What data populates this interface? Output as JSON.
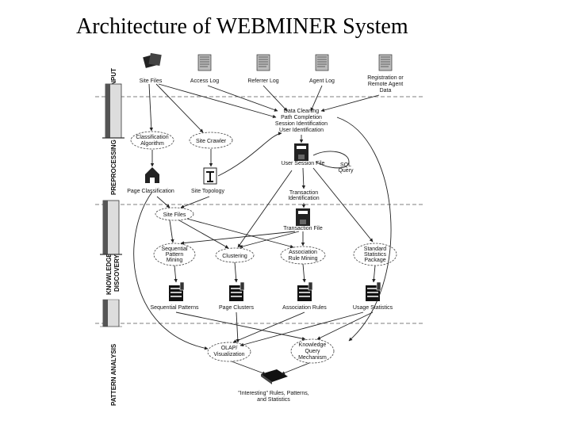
{
  "slide": {
    "title": "Architecture of WEBMINER System"
  },
  "phases": {
    "input": "INPUT",
    "preprocessing": "PREPROCESSING",
    "knowledge_discovery_1": "KNOWLEDGE",
    "knowledge_discovery_2": "DISCOVERY",
    "pattern_analysis": "PATTERN ANALYSIS"
  },
  "inputs": {
    "site_files": "Site Files",
    "access_log": "Access Log",
    "referrer_log": "Referrer Log",
    "agent_log": "Agent Log",
    "registration_1": "Registration or",
    "registration_2": "Remote Agent",
    "registration_3": "Data"
  },
  "preprocessing": {
    "cleaning_1": "Data Cleaning",
    "cleaning_2": "Path Completion",
    "cleaning_3": "Session Identification",
    "cleaning_4": "User Identification",
    "classification_1": "Classification",
    "classification_2": "Algorithm",
    "site_crawler": "Site Crawler",
    "user_session_file": "User Session File",
    "sql_1": "SQL",
    "sql_2": "Query",
    "page_classification": "Page Classification",
    "site_topology": "Site Topology",
    "transaction_id_1": "Transaction",
    "transaction_id_2": "Identification",
    "site_files_2": "Site Files",
    "transaction_file": "Transaction File"
  },
  "discovery": {
    "sequential_1": "Sequential",
    "sequential_2": "Pattern",
    "sequential_3": "Mining",
    "clustering": "Clustering",
    "association_1": "Association",
    "association_2": "Rule Mining",
    "standard_1": "Standard",
    "standard_2": "Statistics",
    "standard_3": "Package",
    "sequential_patterns": "Sequential Patterns",
    "page_clusters": "Page Clusters",
    "association_rules": "Association Rules",
    "usage_statistics": "Usage Statistics"
  },
  "analysis": {
    "olap_1": "OLAP/",
    "olap_2": "Visualization",
    "kqm_1": "Knowledge",
    "kqm_2": "Query",
    "kqm_3": "Mechanism",
    "interesting_1": "\"Interesting\" Rules, Patterns,",
    "interesting_2": "and Statistics"
  }
}
